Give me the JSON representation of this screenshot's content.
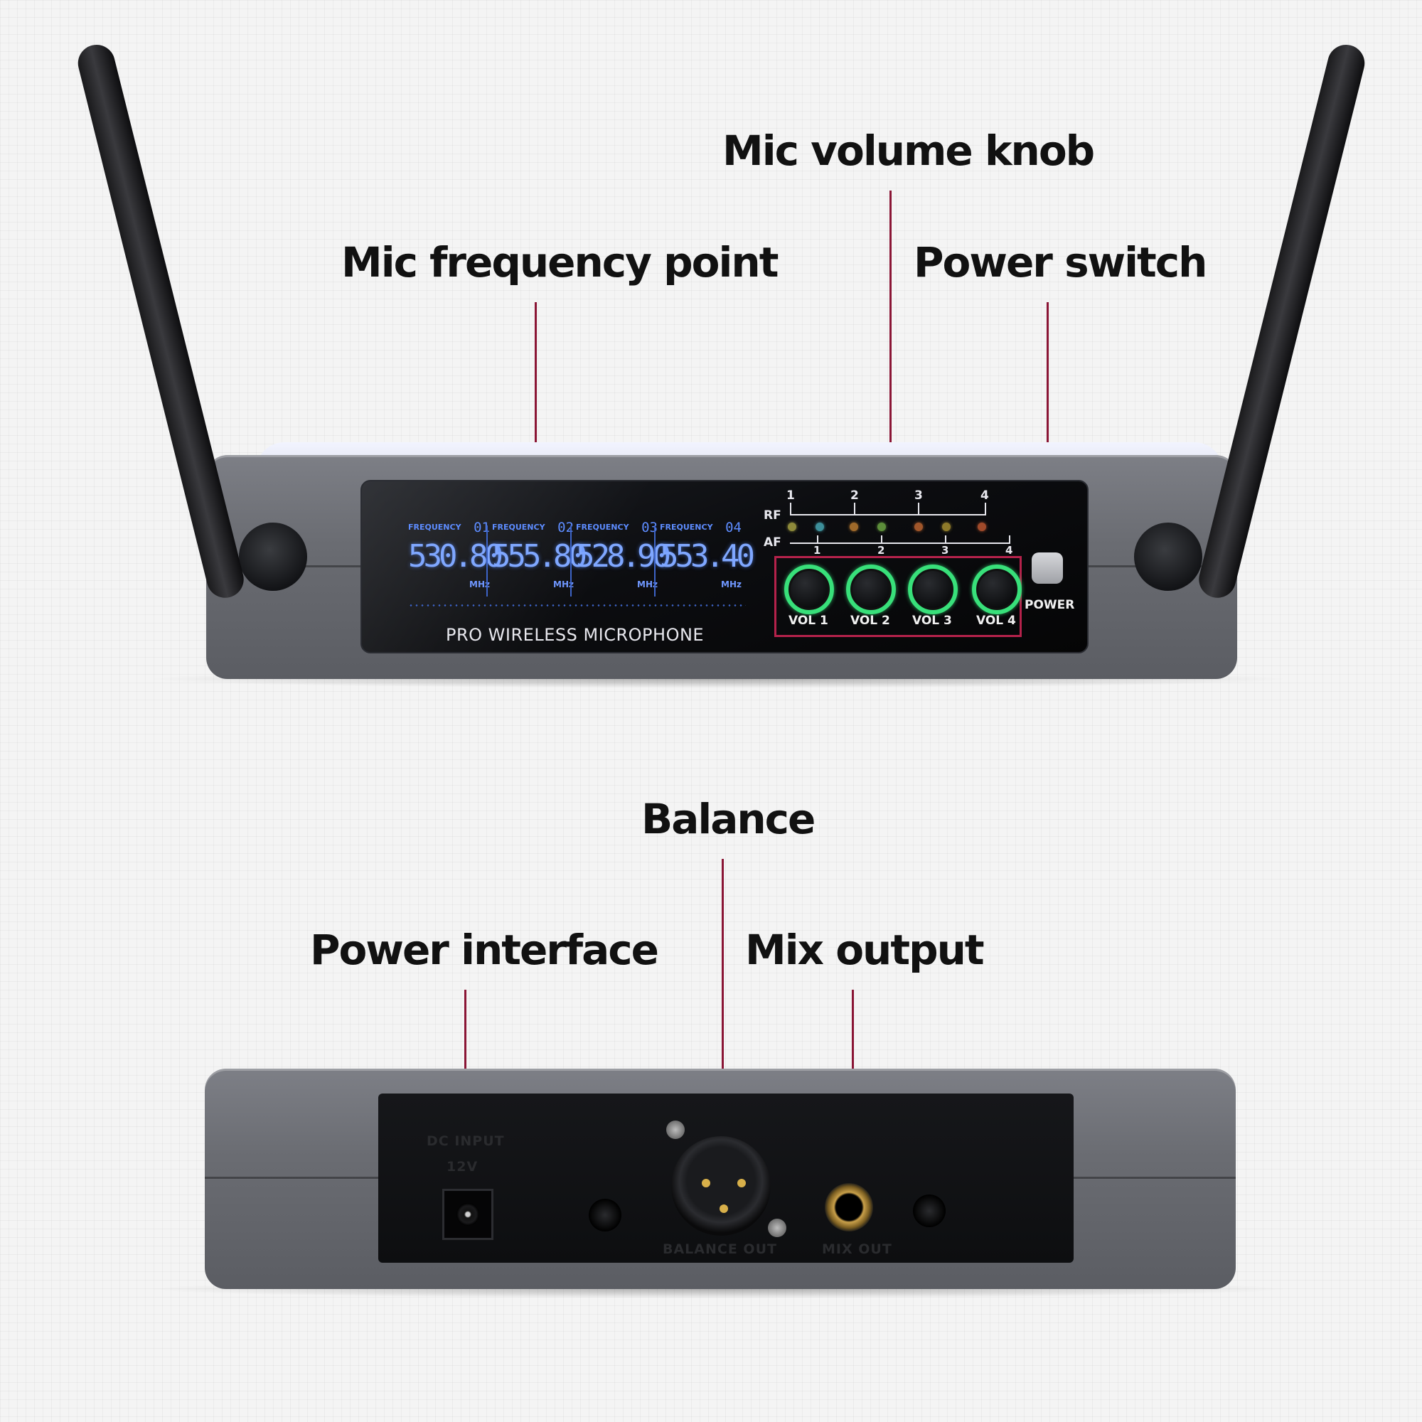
{
  "callouts": {
    "mic_volume_knob": "Mic volume knob",
    "mic_frequency_point": "Mic frequency point",
    "power_switch": "Power switch",
    "balance": "Balance",
    "power_interface": "Power interface",
    "mix_output": "Mix output"
  },
  "display": {
    "channels": [
      {
        "label": "FREQUENCY",
        "channel": "01",
        "value": "530.80",
        "unit": "MHz"
      },
      {
        "label": "FREQUENCY",
        "channel": "02",
        "value": "555.80",
        "unit": "MHz"
      },
      {
        "label": "FREQUENCY",
        "channel": "03",
        "value": "528.90",
        "unit": "MHz"
      },
      {
        "label": "FREQUENCY",
        "channel": "04",
        "value": "553.40",
        "unit": "MHz"
      }
    ],
    "brand": "PRO WIRELESS MICROPHONE"
  },
  "meters": {
    "rf_label": "RF",
    "af_label": "AF",
    "rf_numbers": [
      "1",
      "2",
      "3",
      "4"
    ],
    "af_numbers": [
      "1",
      "2",
      "3",
      "4"
    ],
    "led_colors": [
      "#8e8a3a",
      "#3d8f9a",
      "#a06a2a",
      "#5c8e3a",
      "#a0562a",
      "#8e7a2a",
      "#a04a2a"
    ]
  },
  "knobs": [
    {
      "label": "VOL 1"
    },
    {
      "label": "VOL 2"
    },
    {
      "label": "VOL 3"
    },
    {
      "label": "VOL 4"
    }
  ],
  "power_label": "POWER",
  "rear": {
    "dc_input": "DC INPUT",
    "dc_voltage": "12V",
    "balance_out": "BALANCE OUT",
    "mix_out": "MIX OUT"
  },
  "colors": {
    "accent": "#8a1535",
    "lcd_blue": "#7fa7ff",
    "knob_green": "#38e07a"
  }
}
